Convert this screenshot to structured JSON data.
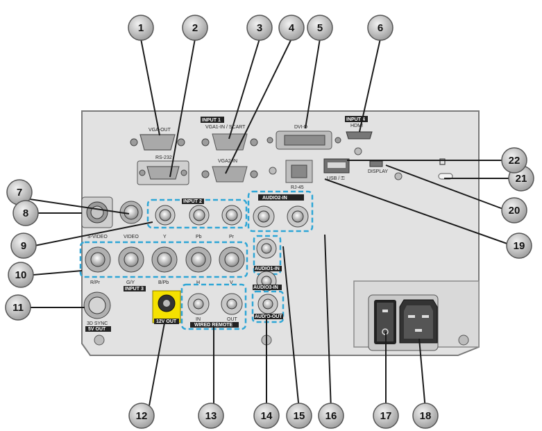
{
  "panel_labels": {
    "vga_out": "VGA-OUT",
    "rs232": "RS-232",
    "input1": "INPUT 1",
    "vga1_in_scart": "VGA1-IN / SCART",
    "dvi_d": "DVI-D",
    "input4": "INPUT 4",
    "hdmi": "HDMI",
    "vga2_in": "VGA2-IN",
    "rj45": "RJ-45",
    "usb": "USB / ⚿",
    "display": "DISPLAY",
    "input2": "INPUT 2",
    "audio2_in": "AUDIO2-IN",
    "s_video": "S-VIDEO",
    "video": "VIDEO",
    "y": "Y",
    "pb": "Pb",
    "pr": "Pr",
    "audio1_in": "AUDIO1-IN",
    "audio3_in": "AUDIO3-IN",
    "r_pr": "R/Pr",
    "g_y": "G/Y",
    "b_pb": "B/Pb",
    "h": "H",
    "v": "V",
    "input3": "INPUT 3",
    "in": "IN",
    "out": "OUT",
    "wired_remote": "WIRED REMOTE",
    "audio_out": "AUDIO-OUT",
    "sync_3d": "3D SYNC",
    "out_5v": "5V OUT",
    "out_12v": "12V OUT"
  },
  "callouts": [
    "1",
    "2",
    "3",
    "4",
    "5",
    "6",
    "7",
    "8",
    "9",
    "10",
    "11",
    "12",
    "13",
    "14",
    "15",
    "16",
    "17",
    "18",
    "19",
    "20",
    "21",
    "22"
  ],
  "colors": {
    "callout_fill": "#c8c8c8",
    "panel": "#e4e4e4",
    "dashed": "#2ea6d6",
    "yellow": "#f5e100",
    "dark_tag": "#222222"
  }
}
